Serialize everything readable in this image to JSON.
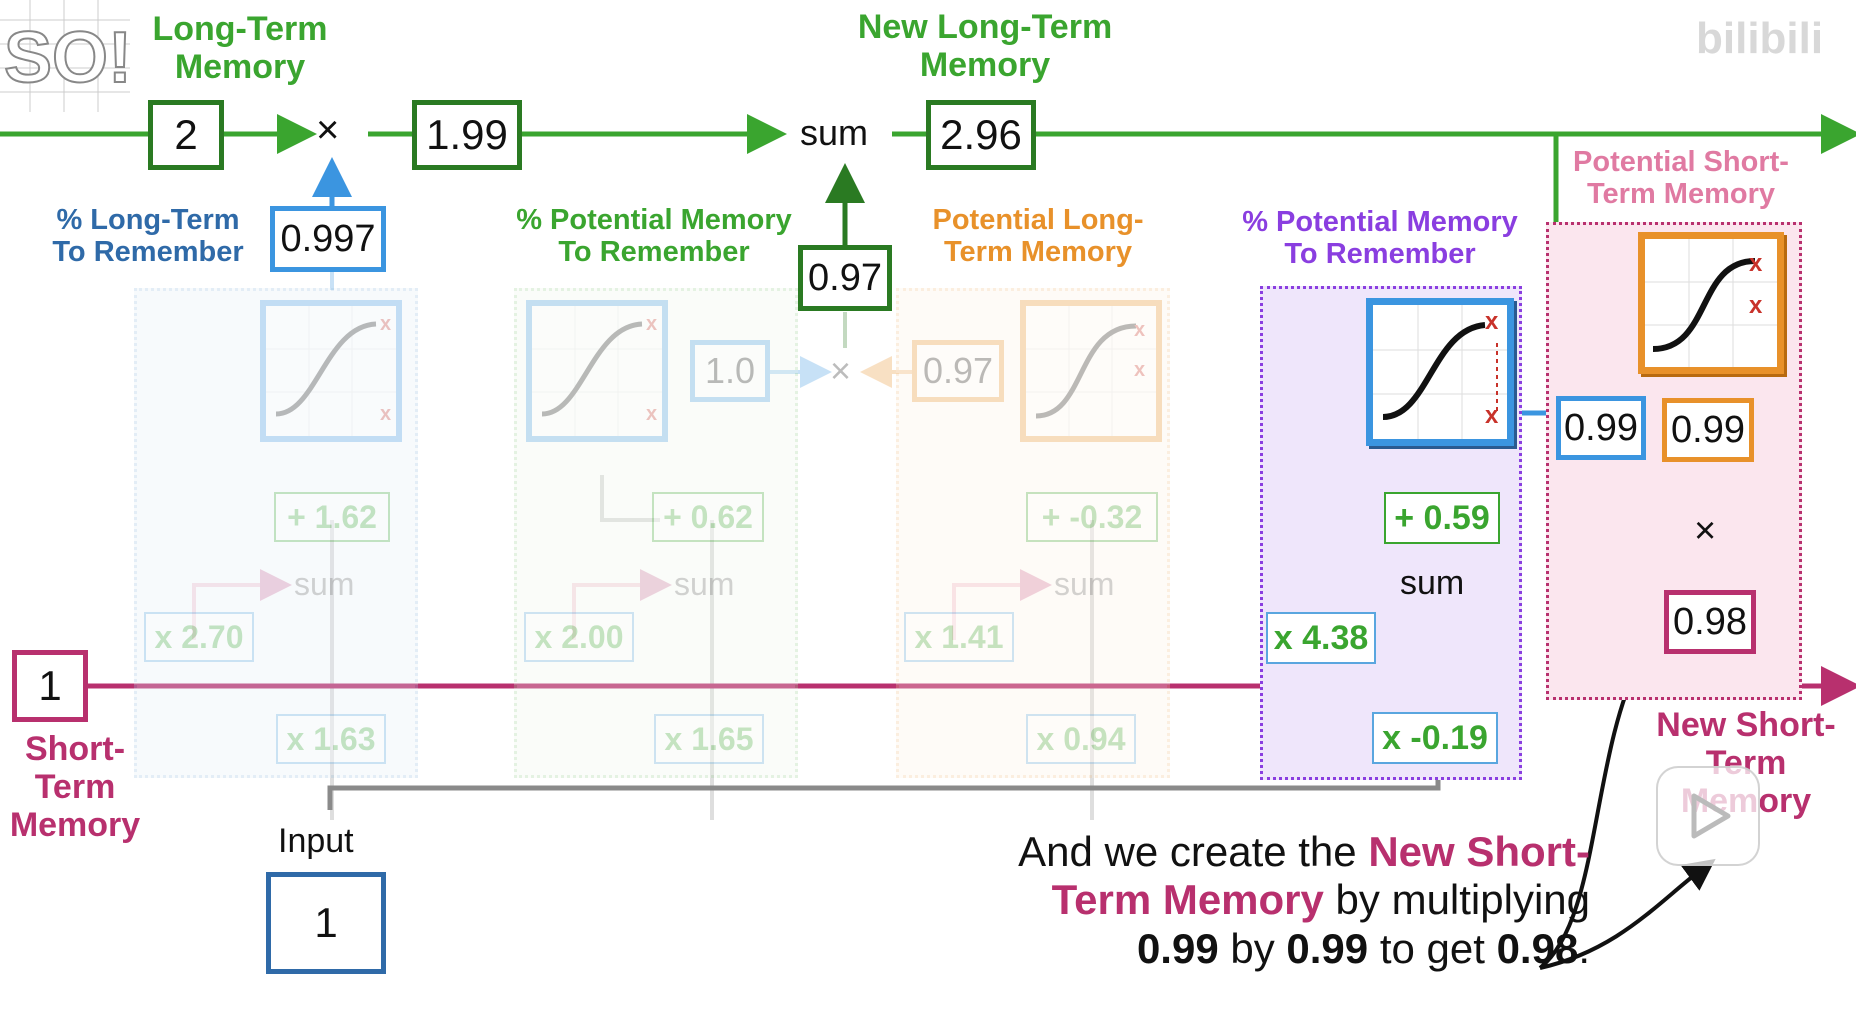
{
  "labels": {
    "long_term_memory": "Long-Term\nMemory",
    "new_long_term_memory": "New Long-Term\nMemory",
    "pct_long_term": "% Long-Term\nTo Remember",
    "pct_potential_memory_1": "% Potential Memory\nTo Remember",
    "potential_long_term": "Potential Long-\nTerm Memory",
    "pct_potential_memory_2": "% Potential Memory\nTo Remember",
    "potential_short_term": "Potential Short-\nTerm Memory",
    "short_term_memory": "Short-\nTerm\nMemory",
    "new_short_term_memory": "New Short-\nTerm\nMemory",
    "input": "Input"
  },
  "values": {
    "long_term_in": "2",
    "times_sign": "×",
    "long_term_scaled": "1.99",
    "sum_label": "sum",
    "new_long_term": "2.96",
    "forget_gate_out": "0.997",
    "potential_product": "0.97",
    "input_gate_out": "1.0",
    "candidate_out": "0.97",
    "output_gate_out": "0.99",
    "tanh_out": "0.99",
    "new_short_term": "0.98",
    "short_term_in": "1",
    "input_value": "1"
  },
  "gates": [
    {
      "bias": "+ 1.62",
      "w_short": "x 2.70",
      "w_input": "x 1.63"
    },
    {
      "bias": "+ 0.62",
      "w_short": "x 2.00",
      "w_input": "x 1.65"
    },
    {
      "bias": "+ -0.32",
      "w_short": "x 1.41",
      "w_input": "x 0.94"
    },
    {
      "bias": "+ 0.59",
      "w_short": "x 4.38",
      "w_input": "x -0.19"
    }
  ],
  "caption": {
    "p1": "And we create the ",
    "h1": "New Short-",
    "h2": "Term Memory",
    "p2": " by multiplying",
    "b1": "0.99",
    "p3": " by ",
    "b2": "0.99",
    "p4": " to get ",
    "b3": "0.98",
    "p5": "."
  },
  "logo_text": "SO!",
  "watermark": "bilibili",
  "colors": {
    "green": "#3aa52f",
    "dark_green": "#2a7a22",
    "blue": "#2f6aa8",
    "light_blue": "#3b95e0",
    "orange": "#e8912a",
    "purple": "#8a3ee0",
    "pink": "#b8306e",
    "gray": "#8a8a8a",
    "red": "#c8322a"
  }
}
